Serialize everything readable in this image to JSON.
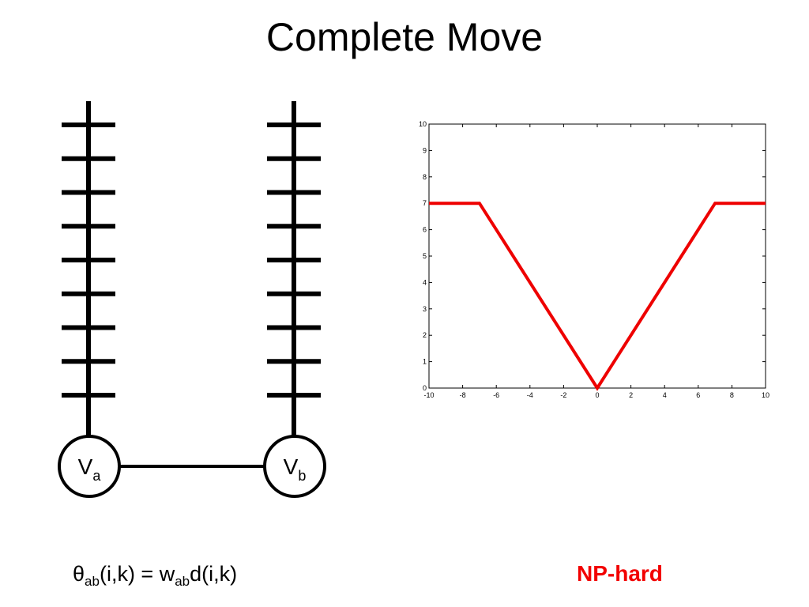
{
  "title": "Complete Move",
  "nodes": [
    {
      "main": "V",
      "sub": "a"
    },
    {
      "main": "V",
      "sub": "b"
    }
  ],
  "formula": {
    "theta": "θ",
    "theta_sub": "ab",
    "args1": "(i,k) = w",
    "w_sub": "ab",
    "args2": "d(i,k)"
  },
  "np_label": "NP-hard",
  "colors": {
    "line": "#ee0000",
    "np": "#f20000"
  },
  "labels_per_chain": 9,
  "chart_data": {
    "type": "line",
    "title": "",
    "xlabel": "",
    "ylabel": "",
    "xlim": [
      -10,
      10
    ],
    "ylim": [
      0,
      10
    ],
    "xticks": [
      "-10",
      "-8",
      "-6",
      "-4",
      "-2",
      "0",
      "2",
      "4",
      "6",
      "8",
      "10"
    ],
    "yticks": [
      "0",
      "1",
      "2",
      "3",
      "4",
      "5",
      "6",
      "7",
      "8",
      "9",
      "10"
    ],
    "series": [
      {
        "x": [
          -10,
          -7,
          0,
          7,
          10
        ],
        "y": [
          7,
          7,
          0,
          7,
          7
        ]
      }
    ],
    "grid": false
  }
}
